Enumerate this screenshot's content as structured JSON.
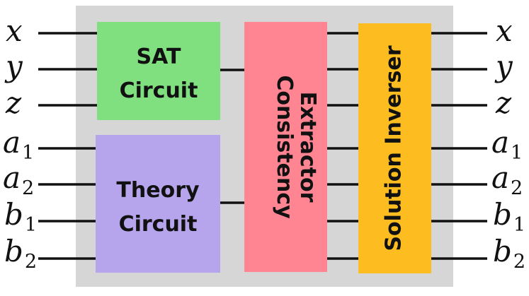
{
  "diagram": {
    "inputs": [
      {
        "base": "x",
        "sub": ""
      },
      {
        "base": "y",
        "sub": ""
      },
      {
        "base": "z",
        "sub": ""
      },
      {
        "base": "a",
        "sub": "1"
      },
      {
        "base": "a",
        "sub": "2"
      },
      {
        "base": "b",
        "sub": "1"
      },
      {
        "base": "b",
        "sub": "2"
      }
    ],
    "outputs": [
      {
        "base": "x",
        "sub": ""
      },
      {
        "base": "y",
        "sub": ""
      },
      {
        "base": "z",
        "sub": ""
      },
      {
        "base": "a",
        "sub": "1"
      },
      {
        "base": "a",
        "sub": "2"
      },
      {
        "base": "b",
        "sub": "1"
      },
      {
        "base": "b",
        "sub": "2"
      }
    ],
    "blocks": {
      "sat": {
        "line1": "SAT",
        "line2": "Circuit",
        "color": "#80e080"
      },
      "theory": {
        "line1": "Theory",
        "line2": "Circuit",
        "color": "#b6a4ec"
      },
      "extractor": {
        "line1": "Consistency",
        "line2": "Extractor",
        "color": "#ff8593"
      },
      "inverser": {
        "line1": "Solution Inverser",
        "color": "#fdbc1f"
      }
    },
    "frame_color": "#d6d6d6"
  }
}
